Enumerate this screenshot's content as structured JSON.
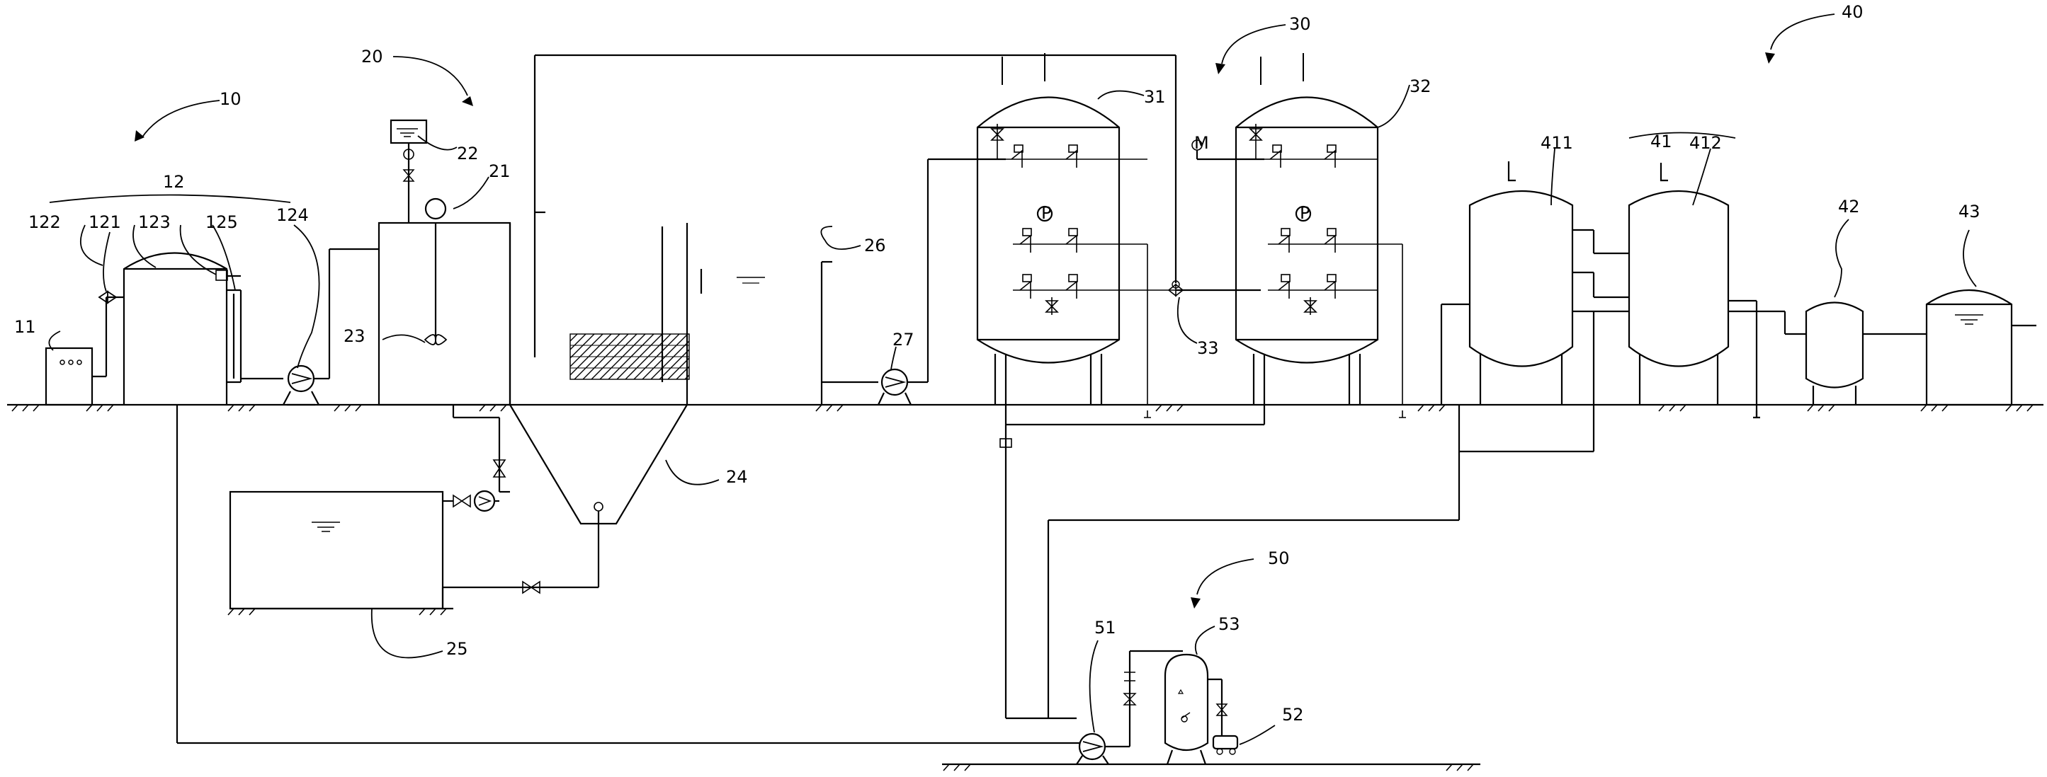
{
  "labels": {
    "g10": "10",
    "l11": "11",
    "l12": "12",
    "l121": "121",
    "l122": "122",
    "l123": "123",
    "l124": "124",
    "l125": "125",
    "g20": "20",
    "l21": "21",
    "l22": "22",
    "l23": "23",
    "l24": "24",
    "l25": "25",
    "l26": "26",
    "l27": "27",
    "g30": "30",
    "l31": "31",
    "l32": "32",
    "l33": "33",
    "g40": "40",
    "l41": "41",
    "l411": "411",
    "l412": "412",
    "l42": "42",
    "l43": "43",
    "g50": "50",
    "l51": "51",
    "l52": "52",
    "l53": "53"
  },
  "gauges": {
    "p1": "P",
    "p2": "P",
    "m1": "M"
  }
}
